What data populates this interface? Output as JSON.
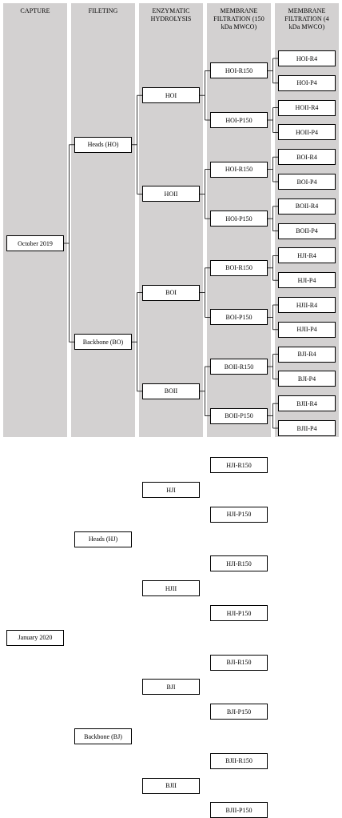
{
  "columns": [
    {
      "id": "capture",
      "title": "CAPTURE"
    },
    {
      "id": "fileting",
      "title": "FILETING"
    },
    {
      "id": "hydrolysis",
      "title": "ENZYMATIC HYDROLYSIS"
    },
    {
      "id": "membrane150",
      "title": "MEMBRANE FILTRATION (150 kDa MWCO)"
    },
    {
      "id": "membrane4",
      "title": "MEMBRANE FILTRATION (4 kDa MWCO)"
    }
  ],
  "capture": [
    "October 2019",
    "January 2020"
  ],
  "fileting": [
    "Heads (HO)",
    "Backbone (BO)",
    "Heads (HJ)",
    "Backbone (BJ)"
  ],
  "hydrolysis": [
    "HOI",
    "HOII",
    "BOI",
    "BOII",
    "HJI",
    "HJII",
    "BJI",
    "BJII"
  ],
  "membrane150": [
    "HOI-R150",
    "HOI-P150",
    "HOI-R150",
    "HOI-P150",
    "BOI-R150",
    "BOI-P150",
    "BOII-R150",
    "BOII-P150",
    "HJI-R150",
    "HJI-P150",
    "HJI-R150",
    "HJI-P150",
    "BJI-R150",
    "BJI-P150",
    "BJII-R150",
    "BJII-P150"
  ],
  "membrane4": [
    "HOI-R4",
    "HOI-P4",
    "HOII-R4",
    "HOII-P4",
    "BOI-R4",
    "BOI-P4",
    "BOII-R4",
    "BOII-P4",
    "HJI-R4",
    "HJI-P4",
    "HJII-R4",
    "HJII-P4",
    "BJI-R4",
    "BJI-P4",
    "BJII-R4",
    "BJII-P4"
  ]
}
